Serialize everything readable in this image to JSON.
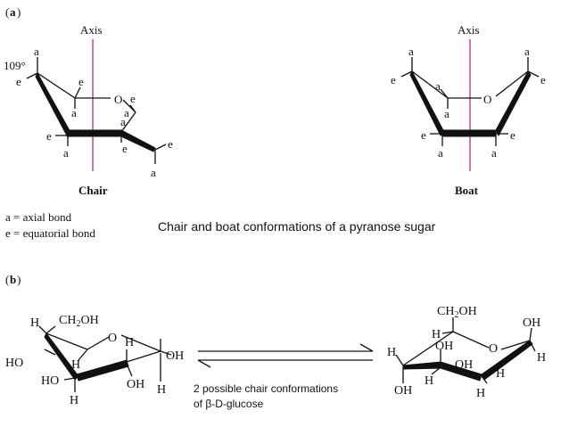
{
  "panel_a": {
    "label_open": "(",
    "label_letter": "a",
    "label_close": ")",
    "chair": {
      "axis_label": "Axis",
      "name": "Chair",
      "angle": "109°",
      "ring_oxygen": "O",
      "bond_labels": [
        "a",
        "e",
        "e",
        "a",
        "a",
        "e",
        "e",
        "a",
        "a",
        "e",
        "e",
        "a"
      ]
    },
    "boat": {
      "axis_label": "Axis",
      "name": "Boat",
      "ring_oxygen": "O",
      "bond_labels": [
        "a",
        "e",
        "a",
        "e",
        "a",
        "a",
        "e",
        "a",
        "e",
        "a"
      ]
    },
    "legend": [
      "a = axial bond",
      "e = equatorial bond"
    ],
    "caption": "Chair and boat conformations of a pyranose sugar"
  },
  "panel_b": {
    "label_open": "(",
    "label_letter": "b",
    "label_close": ")",
    "left_chair": {
      "ch2oh_main": "CH",
      "ch2oh_sub": "2",
      "ch2oh_tail": "OH",
      "atoms": [
        "H",
        "O",
        "H",
        "HO",
        "H",
        "OH",
        "HO",
        "OH",
        "H",
        "H"
      ]
    },
    "right_chair": {
      "ch2oh_main": "CH",
      "ch2oh_sub": "2",
      "ch2oh_tail": "OH",
      "atoms": [
        "OH",
        "H",
        "O",
        "OH",
        "H",
        "H",
        "H",
        "OH",
        "H",
        "OH",
        "H"
      ]
    },
    "caption_line1": "2 possible chair conformations",
    "caption_line2": "of β-D-glucose"
  }
}
